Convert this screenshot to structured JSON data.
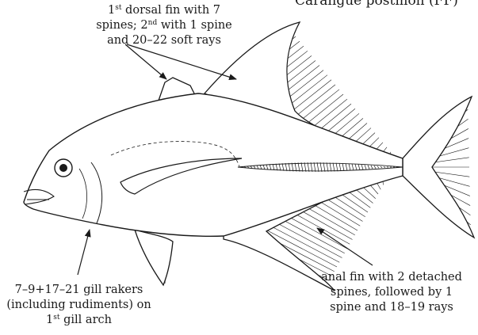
{
  "title": "Carangue postmon (FF)",
  "labels": {
    "dorsal": {
      "line1_a": "1",
      "line1_sup": "st",
      "line1_b": " dorsal fin with 7",
      "line2_a": "spines; 2",
      "line2_sup": "nd",
      "line2_b": " with 1 spine",
      "line3": "and 20–22 soft rays"
    },
    "anal": {
      "line1": "anal fin with 2 detached",
      "line2": "spines, followed by 1",
      "line3": "spine and 18–19 rays"
    },
    "gill": {
      "line1": "7–9+17–21 gill rakers",
      "line2": "(including rudiments) on",
      "line3_a": "1",
      "line3_sup": "st",
      "line3_b": " gill arch"
    }
  },
  "colors": {
    "ink": "#1a1a1a",
    "background": "#ffffff"
  }
}
